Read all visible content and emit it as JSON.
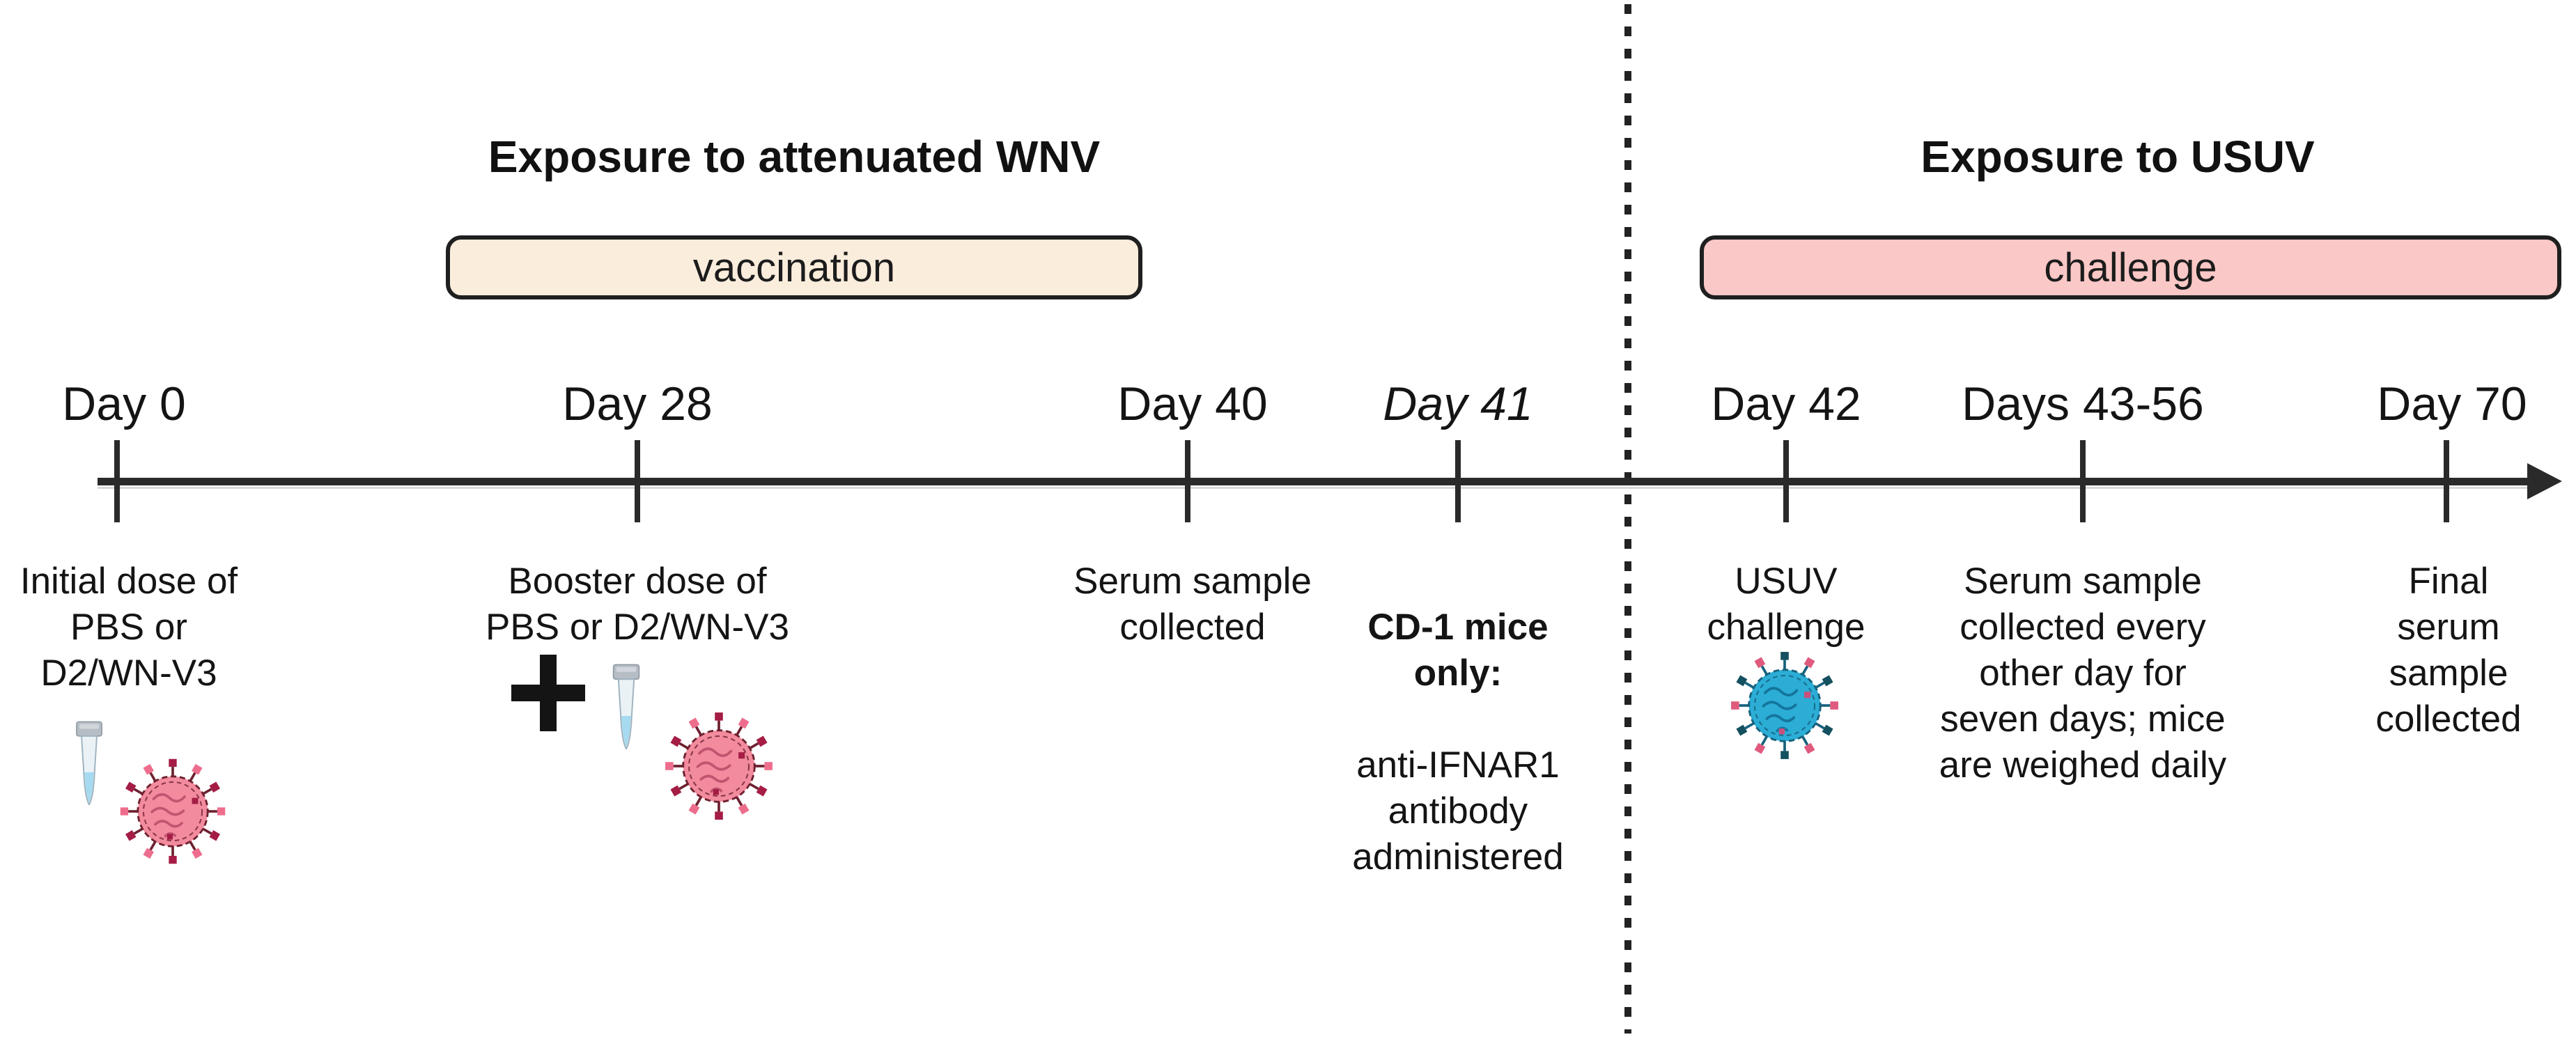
{
  "sections": [
    {
      "title": "Exposure to attenuated WNV",
      "phase_label": "vaccination",
      "phase_fill": "#FAEDDC"
    },
    {
      "title": "Exposure to USUV",
      "phase_label": "challenge",
      "phase_fill": "#FAC8C6"
    }
  ],
  "timeline": {
    "events": [
      {
        "day": "Day 0",
        "description": "Initial dose of\nPBS or\nD2/WN-V3",
        "icons": [
          "microcentrifuge-tube-icon",
          "wnv-virus-icon"
        ]
      },
      {
        "day": "Day 28",
        "description": "Booster dose of\nPBS or D2/WN-V3",
        "icons": [
          "plus-icon",
          "microcentrifuge-tube-icon",
          "wnv-virus-icon"
        ]
      },
      {
        "day": "Day 40",
        "description": "Serum sample\ncollected",
        "icons": []
      },
      {
        "day": "Day 41",
        "day_style": "italic",
        "description_bold": "CD-1 mice\nonly:",
        "description": "anti-IFNAR1\nantibody\nadministered",
        "icons": []
      },
      {
        "day": "Day 42",
        "description": "USUV\nchallenge",
        "icons": [
          "usuv-virus-icon"
        ]
      },
      {
        "day": "Days 43-56",
        "description": "Serum sample\ncollected every\nother day for\nseven days; mice\nare weighed daily",
        "icons": []
      },
      {
        "day": "Day 70",
        "description": "Final serum\nsample\ncollected",
        "icons": []
      }
    ]
  },
  "colors": {
    "text": "#161616",
    "axis": "#2a2a2a",
    "box_border": "#1f1f1f",
    "vaccination_fill": "#FAEDDC",
    "challenge_fill": "#FAC8C6",
    "wnv_virus_body": "#F28B9E",
    "wnv_virus_outline": "#6E2130",
    "usuv_virus_body": "#2BADD6",
    "usuv_virus_outline": "#17627E",
    "tube_liquid": "#A5DAF0",
    "tube_cap": "#B6BDC4"
  }
}
